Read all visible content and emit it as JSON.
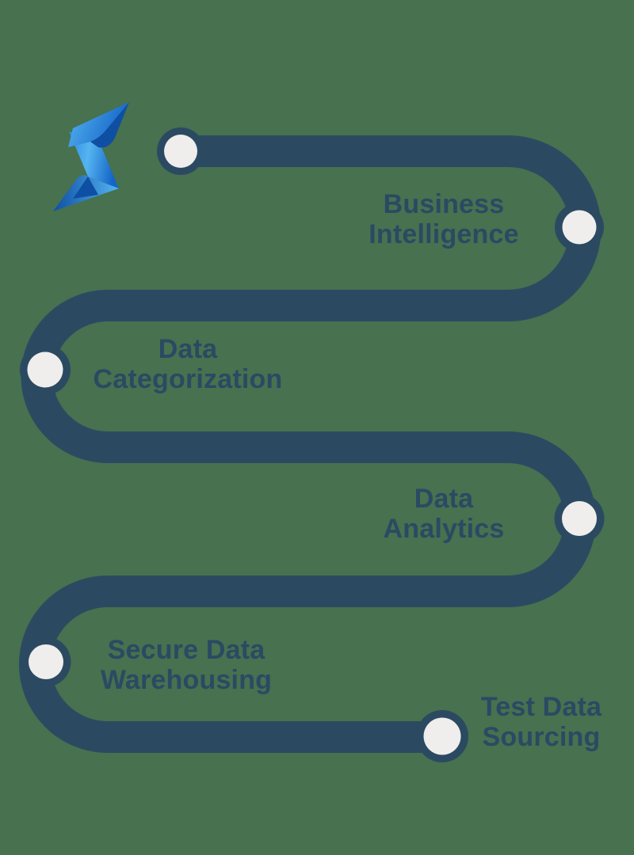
{
  "colors": {
    "bg": "#47714F",
    "route": "#2B4A62",
    "nodefill": "#EFEEEC",
    "text": "#2A4A63",
    "logolight": "#55B4F0",
    "logomid": "#2E8BE0",
    "logodeep": "#1565C8",
    "logofold": "#0E4FA4"
  },
  "logo": {
    "name": "blue-ribbon-bolt"
  },
  "steps": [
    {
      "line1": "Business",
      "line2": "Intelligence"
    },
    {
      "line1": "Data",
      "line2": "Categorization"
    },
    {
      "line1": "Data",
      "line2": "Analytics"
    },
    {
      "line1": "Secure Data",
      "line2": "Warehousing"
    },
    {
      "line1": "Test Data",
      "line2": "Sourcing"
    }
  ]
}
